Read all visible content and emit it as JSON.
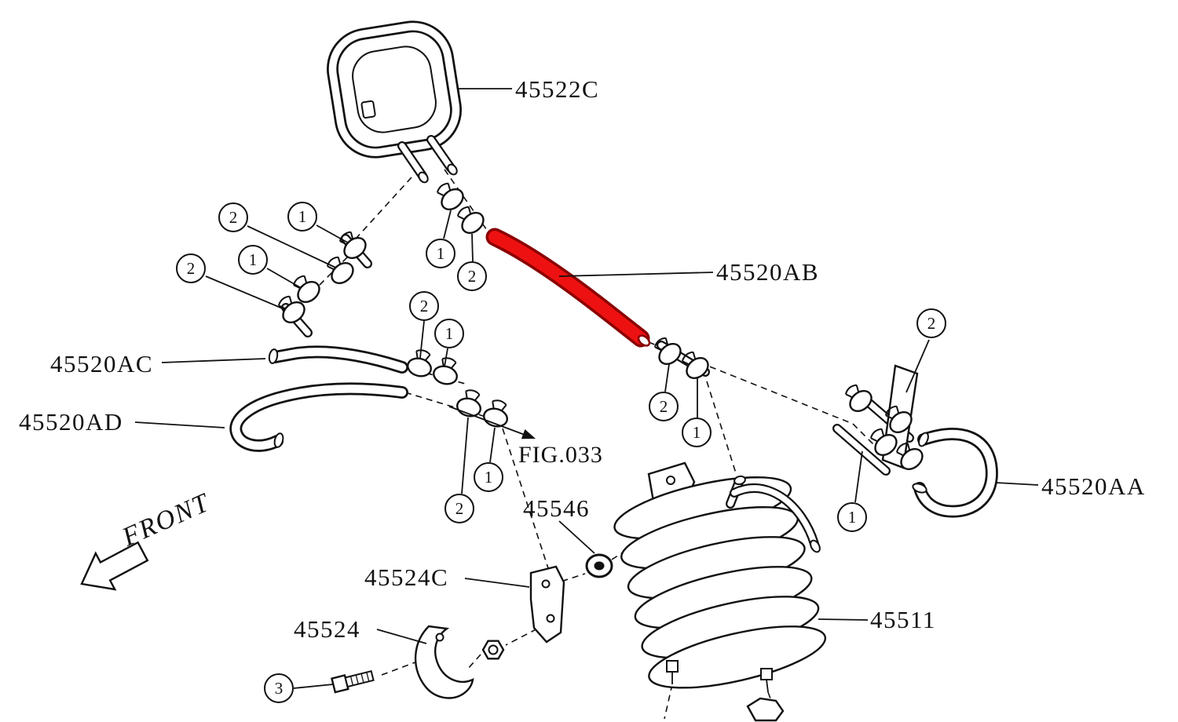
{
  "diagram": {
    "background": "#ffffff",
    "line_color": "#111111",
    "highlight_color": "#ee1111",
    "highlight_edge_color": "#8a0000",
    "figure_ref": "FIG.033",
    "front_label": "FRONT",
    "part_labels": [
      {
        "part": "45522C",
        "highlighted": false
      },
      {
        "part": "45520AB",
        "highlighted": true
      },
      {
        "part": "45520AC",
        "highlighted": false
      },
      {
        "part": "45520AD",
        "highlighted": false
      },
      {
        "part": "45520AA",
        "highlighted": false
      },
      {
        "part": "45546",
        "highlighted": false
      },
      {
        "part": "45524C",
        "highlighted": false
      },
      {
        "part": "45524",
        "highlighted": false
      },
      {
        "part": "45511",
        "highlighted": false
      }
    ],
    "callouts": [
      {
        "n": "2"
      },
      {
        "n": "1"
      },
      {
        "n": "2"
      },
      {
        "n": "1"
      },
      {
        "n": "1"
      },
      {
        "n": "2"
      },
      {
        "n": "2"
      },
      {
        "n": "1"
      },
      {
        "n": "2"
      },
      {
        "n": "1"
      },
      {
        "n": "2"
      },
      {
        "n": "1"
      },
      {
        "n": "2"
      },
      {
        "n": "1"
      },
      {
        "n": "3"
      }
    ]
  }
}
